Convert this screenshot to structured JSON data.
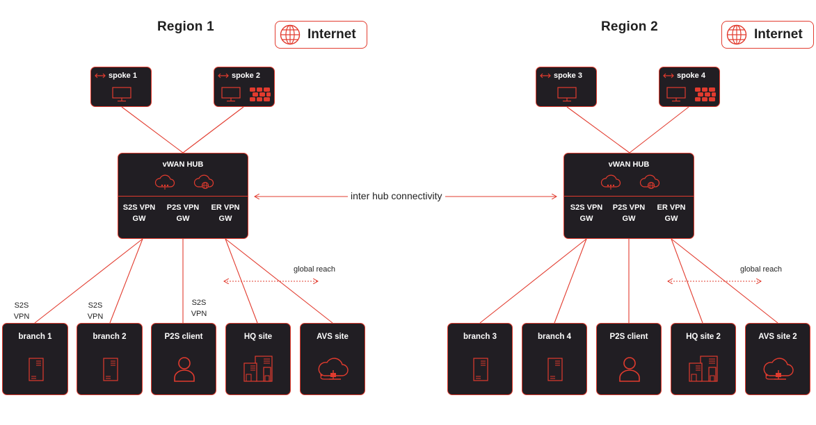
{
  "accent": "#e23b2e",
  "box_fill": "#211e23",
  "regions": [
    {
      "title": "Region 1",
      "internet": "Internet",
      "spokes": [
        {
          "label": "spoke 1",
          "icons": [
            "monitor-icon"
          ]
        },
        {
          "label": "spoke 2",
          "icons": [
            "monitor-icon",
            "firewall-icon"
          ]
        }
      ],
      "hub": {
        "title": "vWAN HUB",
        "icons": [
          "cloud-network-icon",
          "cloud-globe-icon"
        ],
        "gateways": [
          [
            "S2S VPN",
            "GW"
          ],
          [
            "P2S VPN",
            "GW"
          ],
          [
            "ER VPN",
            "GW"
          ]
        ]
      },
      "branches": [
        {
          "label": "branch 1",
          "icon": "server-icon",
          "link": [
            "S2S",
            "VPN"
          ]
        },
        {
          "label": "branch 2",
          "icon": "server-icon",
          "link": [
            "S2S",
            "VPN"
          ]
        },
        {
          "label": "P2S client",
          "icon": "user-icon",
          "link": [
            "S2S",
            "VPN"
          ]
        },
        {
          "label": "HQ site",
          "icon": "buildings-icon"
        },
        {
          "label": "AVS site",
          "icon": "cloud-vmware-icon"
        }
      ],
      "global_reach": "global reach"
    },
    {
      "title": "Region 2",
      "internet": "Internet",
      "spokes": [
        {
          "label": "spoke 3",
          "icons": [
            "monitor-icon"
          ]
        },
        {
          "label": "spoke 4",
          "icons": [
            "monitor-icon",
            "firewall-icon"
          ]
        }
      ],
      "hub": {
        "title": "vWAN HUB",
        "icons": [
          "cloud-network-icon",
          "cloud-globe-icon"
        ],
        "gateways": [
          [
            "S2S VPN",
            "GW"
          ],
          [
            "P2S VPN",
            "GW"
          ],
          [
            "ER VPN",
            "GW"
          ]
        ]
      },
      "branches": [
        {
          "label": "branch 3",
          "icon": "server-icon"
        },
        {
          "label": "branch 4",
          "icon": "server-icon"
        },
        {
          "label": "P2S client",
          "icon": "user-icon"
        },
        {
          "label": "HQ site 2",
          "icon": "buildings-icon"
        },
        {
          "label": "AVS site 2",
          "icon": "cloud-vmware-icon"
        }
      ],
      "global_reach": "global reach"
    }
  ],
  "inter_hub_label": "inter hub connectivity"
}
